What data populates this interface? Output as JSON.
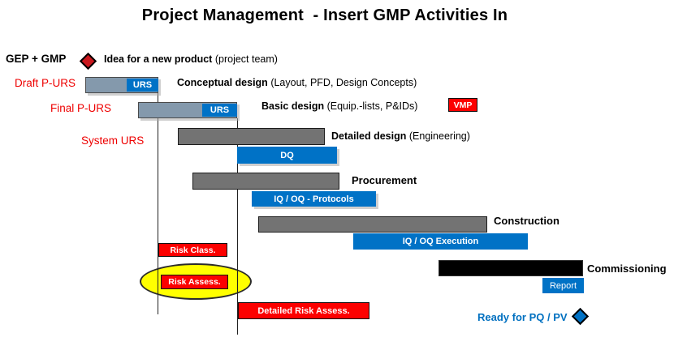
{
  "header": {
    "title": "Project Management  - Insert GMP Activities In"
  },
  "left_labels": {
    "gep_gmp": "GEP + GMP",
    "draft_purs": "Draft P-URS",
    "final_purs": "Final P-URS",
    "system_urs": "System URS"
  },
  "milestones": {
    "idea_bold": "Idea for a new product",
    "idea_note": "(project team)",
    "ready": "Ready for PQ / PV"
  },
  "phases": {
    "conceptual_bold": "Conceptual design",
    "conceptual_note": "(Layout, PFD, Design Concepts)",
    "basic_bold": "Basic design",
    "basic_note": "(Equip.-lists, P&IDs)",
    "detailed_bold": "Detailed design",
    "detailed_note": "(Engineering)",
    "procurement": "Procurement",
    "construction": "Construction",
    "commissioning": "Commissioning"
  },
  "gmp_boxes": {
    "urs1": "URS",
    "urs2": "URS",
    "vmp": "VMP",
    "dq": "DQ",
    "iq_oq_protocols": "IQ / OQ - Protocols",
    "iq_oq_execution": "IQ / OQ Execution",
    "report": "Report",
    "risk_class": "Risk Class.",
    "risk_assess": "Risk Assess.",
    "detailed_risk_assess": "Detailed Risk Assess."
  },
  "colors": {
    "slate_bar": "#8499AC",
    "gray_bar": "#737373",
    "gmp_blue": "#0072C6",
    "gmp_red": "#FC0100",
    "label_red": "#EE0000",
    "ready_blue": "#0070C0",
    "highlight_yellow": "#FFFF00",
    "commissioning_black": "#000000",
    "diamond_red": "#C9181E",
    "diamond_blue": "#0072C6"
  }
}
